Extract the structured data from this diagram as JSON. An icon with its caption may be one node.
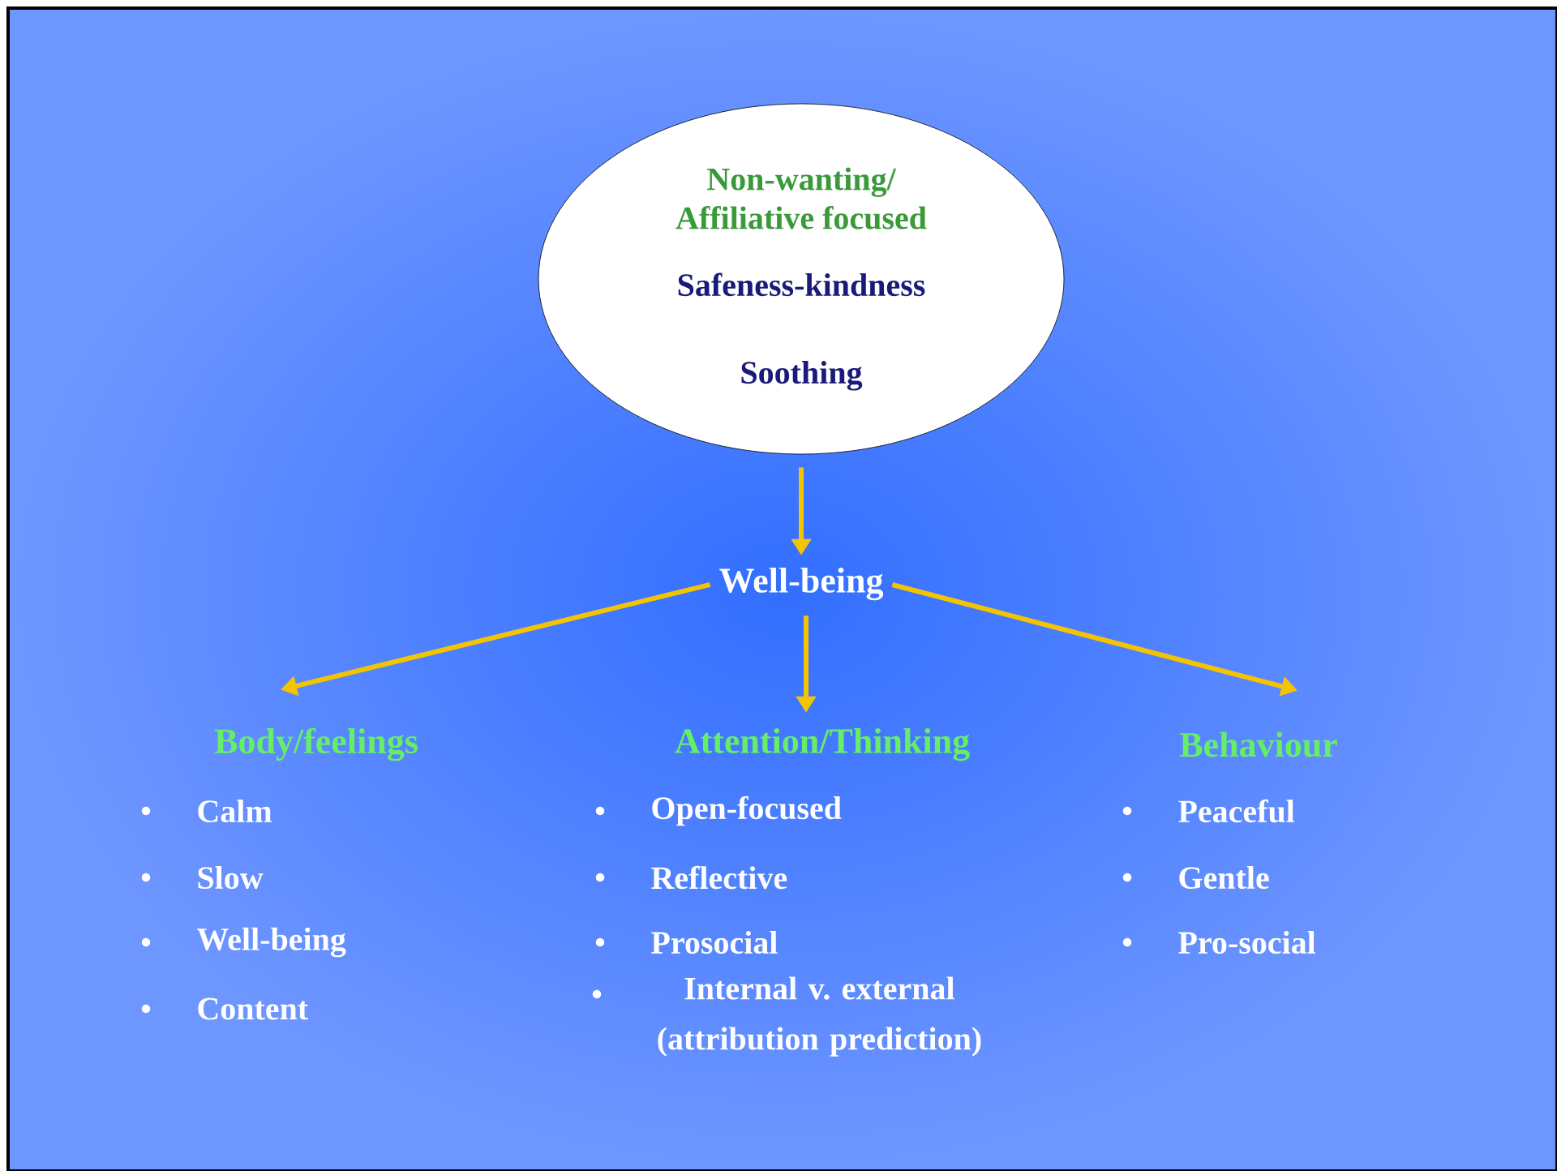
{
  "diagram": {
    "nodes": [
      {
        "text": [
          "Non-wanting/ Affiliative focused",
          "Safeness-kindness",
          "Soothing"
        ]
      },
      {
        "text": [
          "Well-being"
        ]
      },
      {
        "text": [
          "Body/feelings"
        ]
      },
      {
        "text": [
          "Attention/Thinking"
        ]
      },
      {
        "text": [
          "Behaviour"
        ]
      }
    ],
    "edges": [
      {
        "from": 0,
        "to": 1,
        "arrow": "to"
      },
      {
        "from": 1,
        "to": 2,
        "arrow": "to"
      },
      {
        "from": 1,
        "to": 3,
        "arrow": "to"
      },
      {
        "from": 1,
        "to": 4,
        "arrow": "to"
      }
    ],
    "labels": [
      "Calm",
      "Open-focused",
      "Peaceful",
      "Slow",
      "Reflective",
      "Gentle",
      "Well-being",
      "Prosocial",
      "Pro-social",
      "Content",
      "Internal v. external (attribution prediction)"
    ]
  }
}
